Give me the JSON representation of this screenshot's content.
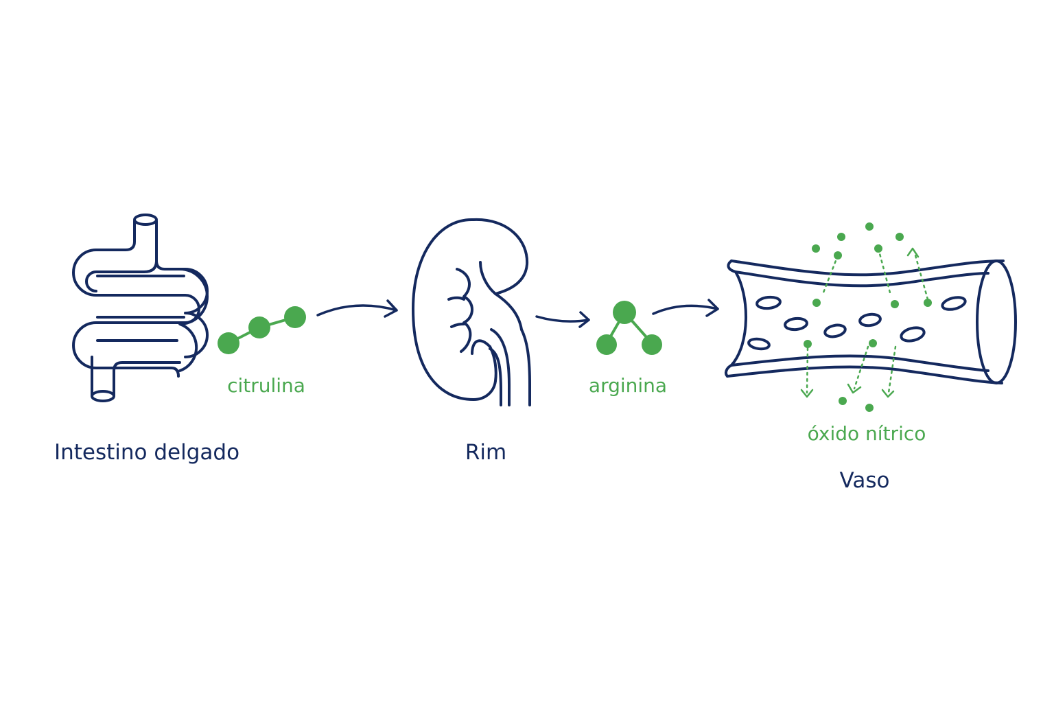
{
  "colors": {
    "organ": "#14295e",
    "molecule": "#4aa84f",
    "background": "#ffffff"
  },
  "organs": {
    "intestine": {
      "label": "Intestino delgado",
      "icon": "small-intestine-icon"
    },
    "kidney": {
      "label": "Rim",
      "icon": "kidney-icon"
    },
    "vessel": {
      "label": "Vaso",
      "icon": "blood-vessel-icon"
    }
  },
  "molecules": {
    "citrulline": {
      "label": "citrulina",
      "icon": "molecule-chain-icon"
    },
    "arginine": {
      "label": "arginina",
      "icon": "molecule-branched-icon"
    },
    "nitric_oxide": {
      "label": "óxido nítrico",
      "icon": "diffusion-dots-icon"
    }
  }
}
